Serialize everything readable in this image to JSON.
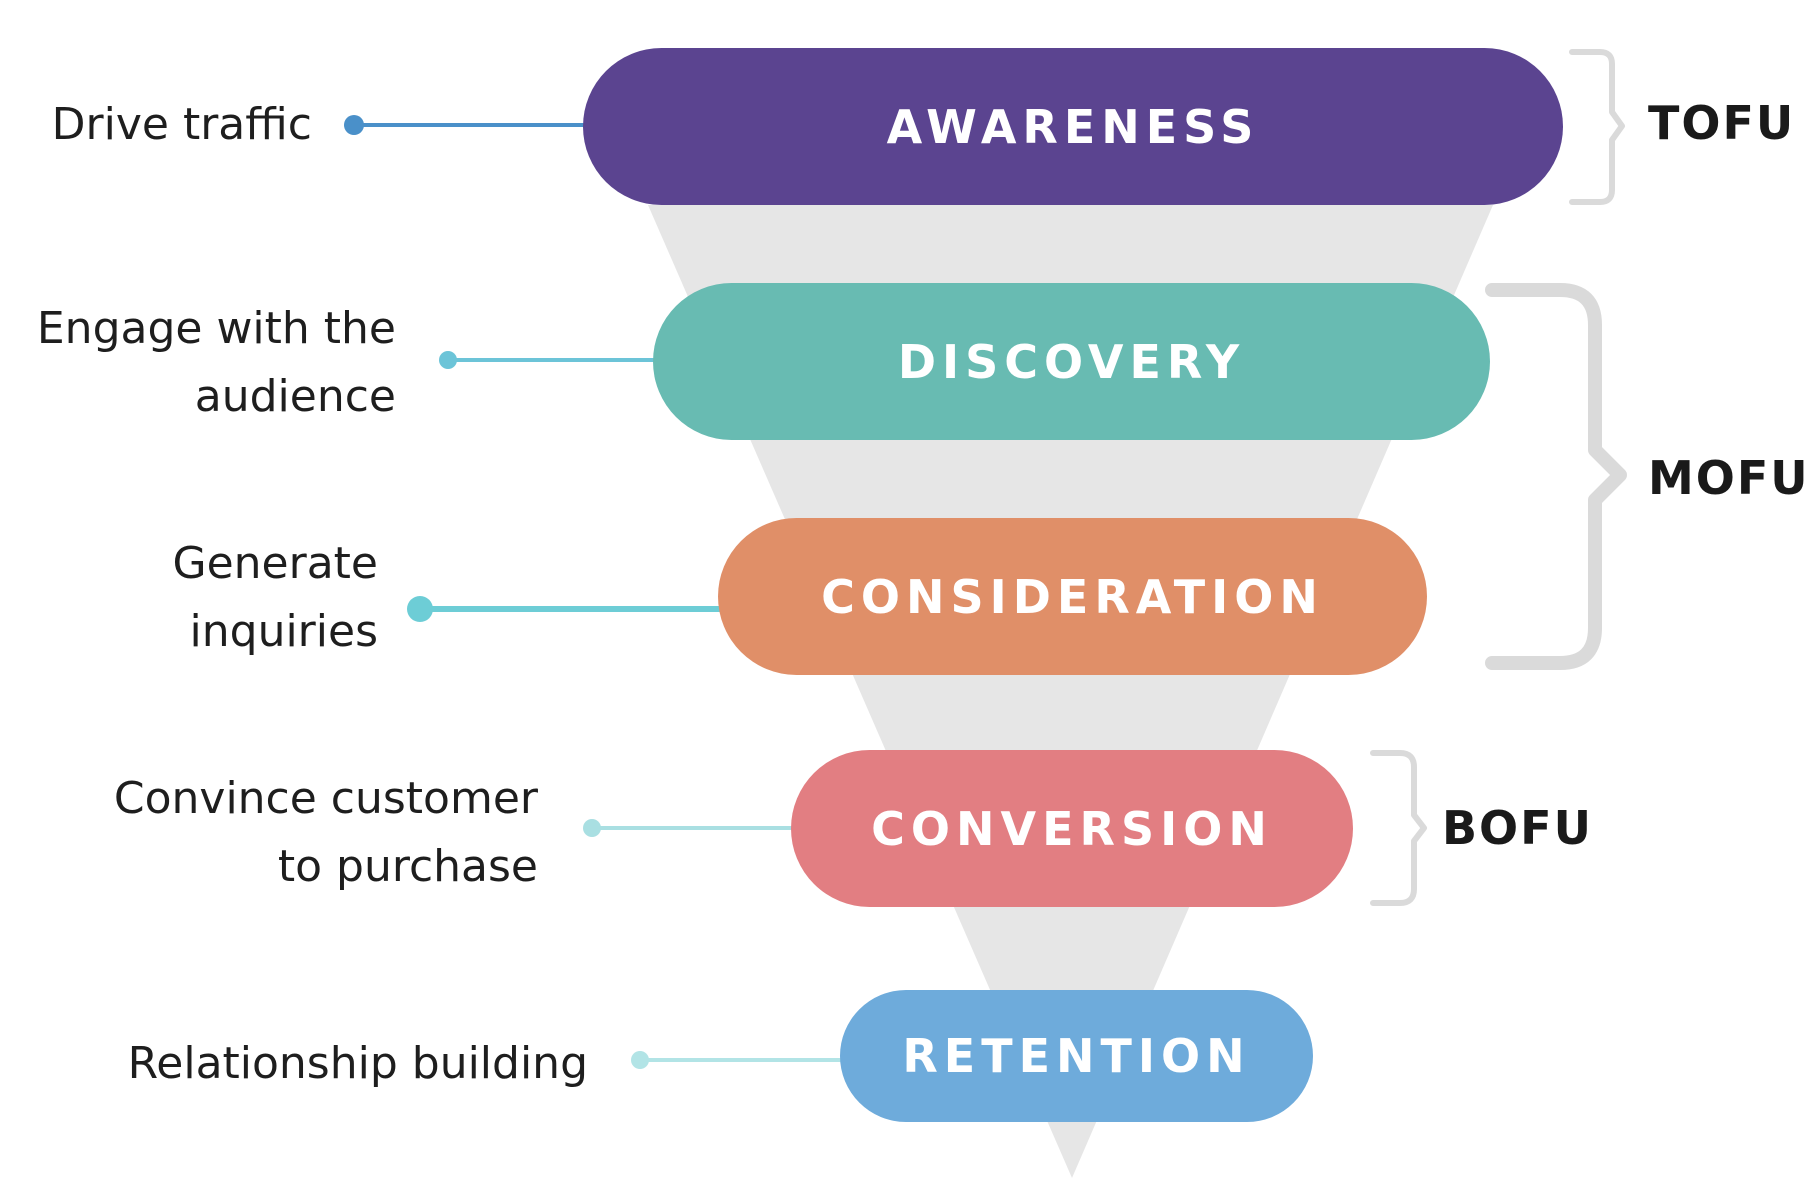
{
  "title": "Marketing funnel stages",
  "stages": [
    {
      "name": "AWARENESS",
      "goal": "Drive traffic",
      "color": "#5b4490",
      "connector_color": "#4a90c9"
    },
    {
      "name": "DISCOVERY",
      "goal": "Engage with the\naudience",
      "color": "#68bbb2",
      "connector_color": "#6cc4d8"
    },
    {
      "name": "CONSIDERATION",
      "goal": "Generate\ninquiries",
      "color": "#e08f68",
      "connector_color": "#6dcdd6"
    },
    {
      "name": "CONVERSION",
      "goal": "Convince customer\nto purchase",
      "color": "#e27e82",
      "connector_color": "#a9dfe2"
    },
    {
      "name": "RETENTION",
      "goal": "Relationship building",
      "color": "#6eabdb",
      "connector_color": "#b2e4e6"
    }
  ],
  "funnel_sections": [
    {
      "label": "TOFU",
      "covers": [
        "AWARENESS"
      ]
    },
    {
      "label": "MOFU",
      "covers": [
        "DISCOVERY",
        "CONSIDERATION"
      ]
    },
    {
      "label": "BOFU",
      "covers": [
        "CONVERSION"
      ]
    }
  ],
  "colors": {
    "funnel_body": "#e6e6e6",
    "bracket": "#dadada",
    "text_dark": "#1e1e1e"
  }
}
